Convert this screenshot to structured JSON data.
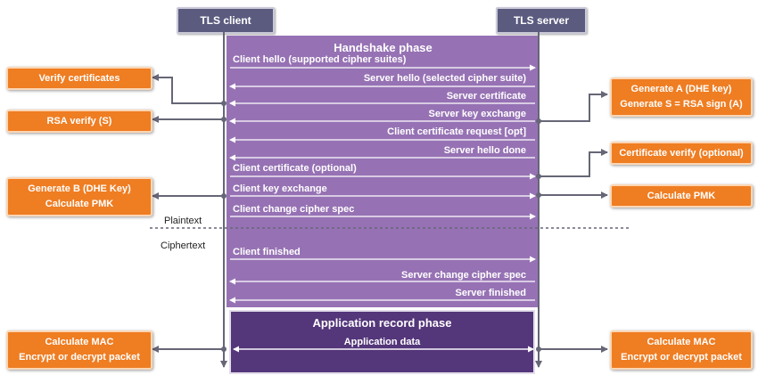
{
  "headers": {
    "client": "TLS client",
    "server": "TLS server"
  },
  "handshake": {
    "title": "Handshake phase",
    "messages": [
      "Client hello (supported cipher suites)",
      "Server hello (selected cipher suite)",
      "Server certificate",
      "Server key exchange",
      "Client certificate request [opt]",
      "Server hello done",
      "Client certificate (optional)",
      "Client key exchange",
      "Client change cipher spec",
      "Client finished",
      "Server change cipher spec",
      "Server finished"
    ]
  },
  "labels": {
    "plaintext": "Plaintext",
    "ciphertext": "Ciphertext"
  },
  "application": {
    "title": "Application record phase",
    "data": "Application data"
  },
  "client_boxes": {
    "verify_certificates": "Verify certificates",
    "rsa_verify": "RSA verify (S)",
    "generate_b_line1": "Generate B (DHE Key)",
    "generate_b_line2": "Calculate PMK",
    "mac_line1": "Calculate MAC",
    "mac_line2": "Encrypt or decrypt packet"
  },
  "server_boxes": {
    "generate_a_line1": "Generate A (DHE key)",
    "generate_a_line2": "Generate S = RSA sign (A)",
    "certificate_verify": "Certificate verify (optional)",
    "calculate_pmk": "Calculate PMK",
    "mac_line1": "Calculate MAC",
    "mac_line2": "Encrypt or decrypt packet"
  },
  "colors": {
    "header": "#5b5b80",
    "panel": "#9672b4",
    "app_panel": "#54367a",
    "box": "#ef7d22",
    "line": "#666677"
  }
}
